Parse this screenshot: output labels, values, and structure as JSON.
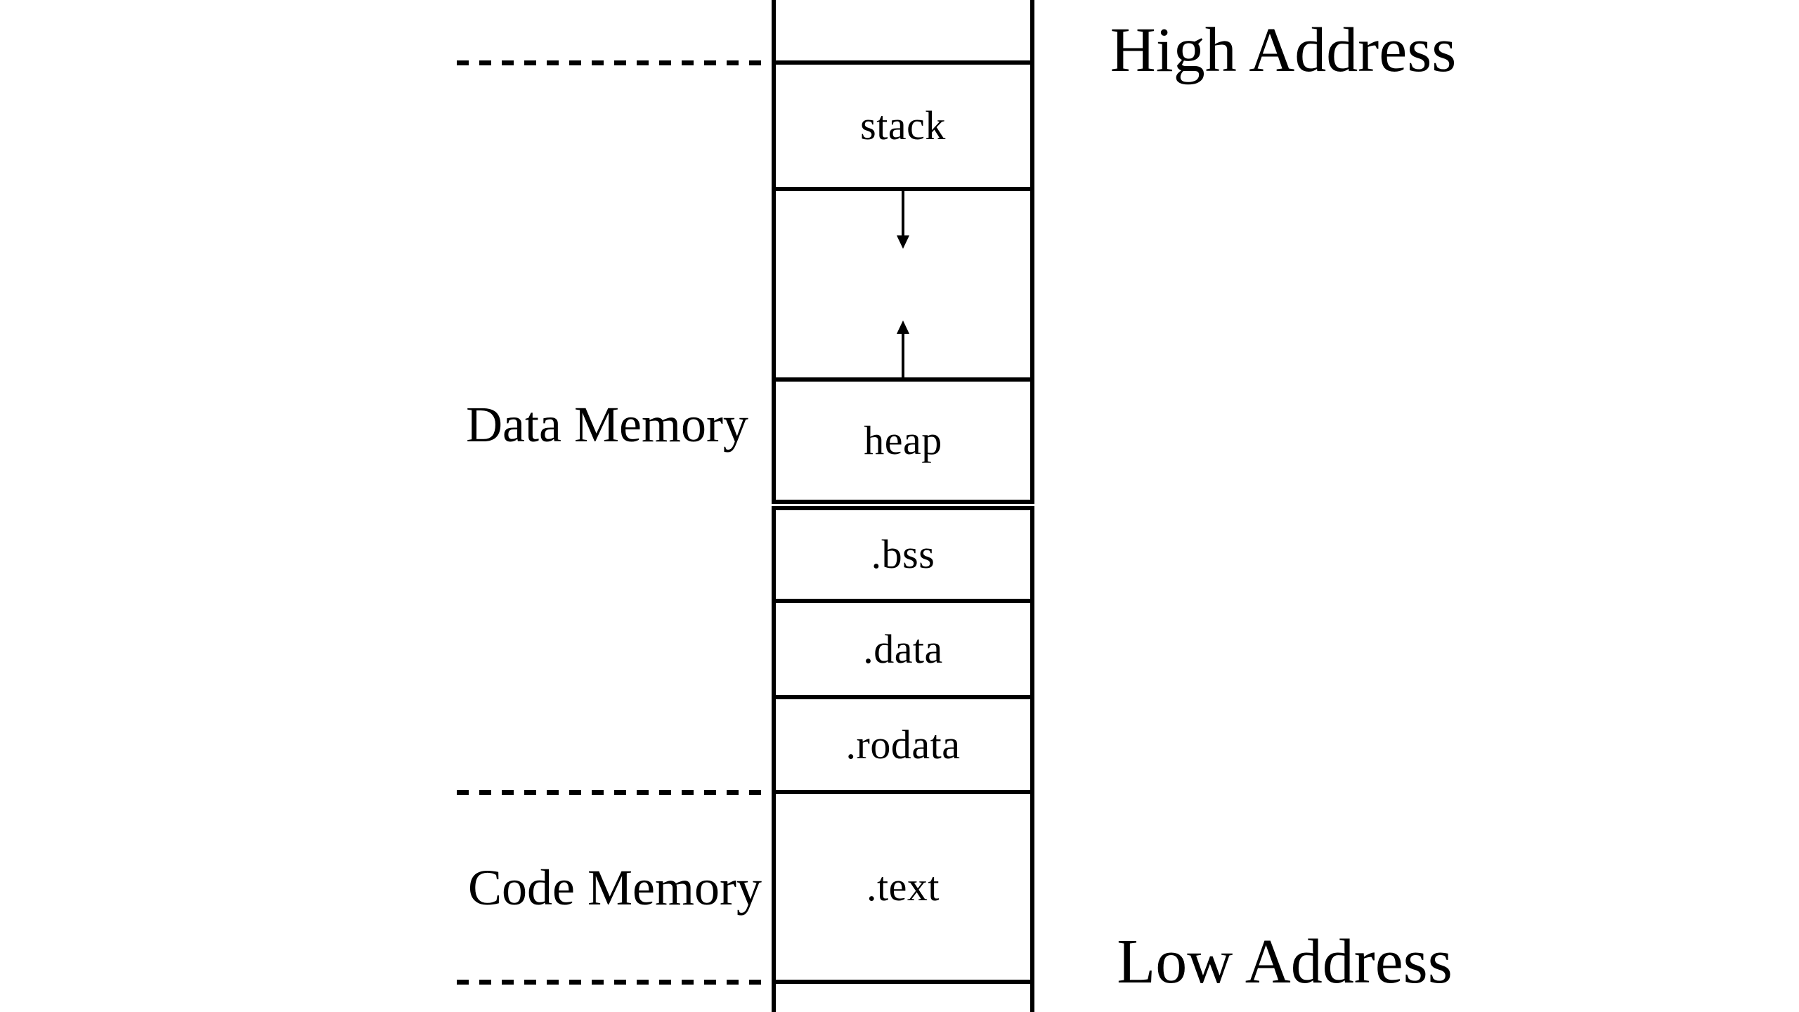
{
  "diagram_type": "memory-layout",
  "colors": {
    "ink": "#000000",
    "background": "#ffffff"
  },
  "annotations": {
    "high_address": "High Address",
    "low_address": "Low Address",
    "data_memory": "Data Memory",
    "code_memory": "Code Memory"
  },
  "segments": [
    {
      "id": "top-partial",
      "label": ""
    },
    {
      "id": "stack",
      "label": "stack"
    },
    {
      "id": "growth-gap",
      "label": ""
    },
    {
      "id": "heap",
      "label": "heap"
    },
    {
      "id": "bss",
      "label": ".bss"
    },
    {
      "id": "data",
      "label": ".data"
    },
    {
      "id": "rodata",
      "label": ".rodata"
    },
    {
      "id": "text",
      "label": ".text"
    },
    {
      "id": "bottom-partial",
      "label": ""
    }
  ],
  "icons": {
    "stack_growth": "down-arrow",
    "heap_growth": "up-arrow"
  }
}
